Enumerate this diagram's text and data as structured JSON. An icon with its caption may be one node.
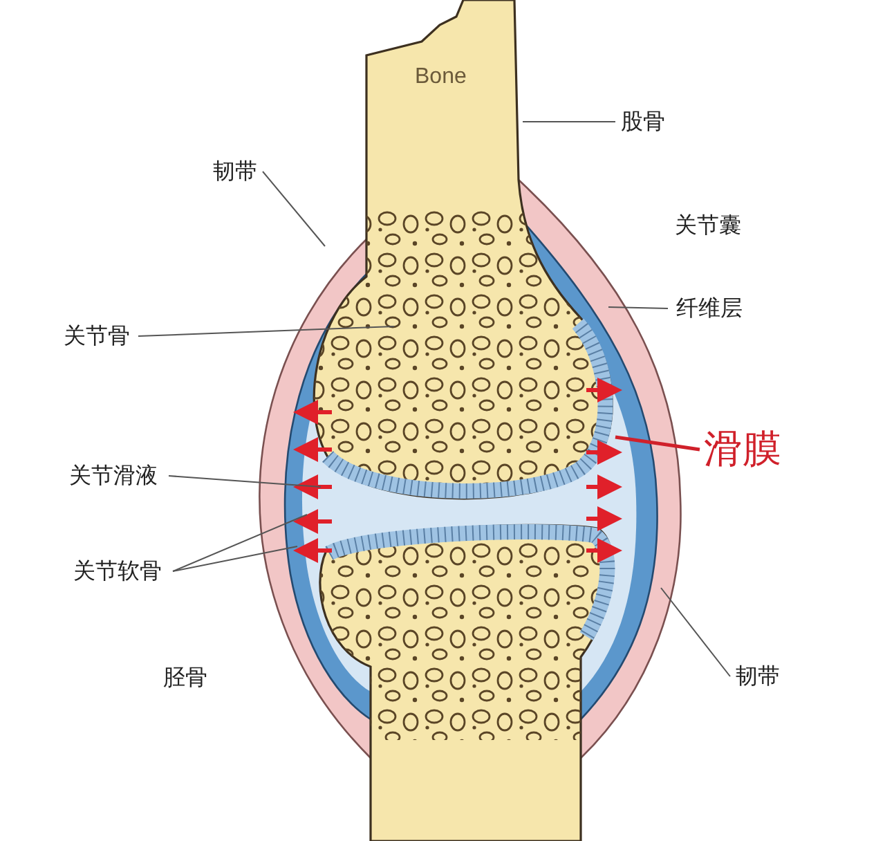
{
  "diagram": {
    "nodes": [
      {
        "text": [
          "韧带"
        ]
      },
      {
        "text": [
          "股骨"
        ]
      },
      {
        "text": [
          "关节骨"
        ]
      },
      {
        "text": [
          "纤维层"
        ]
      },
      {
        "text": [
          "关节滑液"
        ]
      },
      {
        "text": [
          "滑膜"
        ]
      },
      {
        "text": [
          "关节软骨"
        ]
      },
      {
        "text": [
          "韧带"
        ]
      }
    ],
    "edges": [
      {
        "from": 0,
        "to": null,
        "arrow": "none"
      },
      {
        "from": 1,
        "to": null,
        "arrow": "none"
      },
      {
        "from": 2,
        "to": null,
        "arrow": "none"
      },
      {
        "from": 3,
        "to": null,
        "arrow": "none"
      },
      {
        "from": 4,
        "to": null,
        "arrow": "none"
      },
      {
        "from": 5,
        "to": null,
        "arrow": "none",
        "style": "thick",
        "color": "#d0202a"
      },
      {
        "from": 6,
        "to": null,
        "arrow": "none"
      },
      {
        "from": 6,
        "to": null,
        "arrow": "none"
      },
      {
        "from": 7,
        "to": null,
        "arrow": "none"
      }
    ],
    "labels": [
      "Bone",
      "关节囊",
      "胫骨"
    ]
  }
}
